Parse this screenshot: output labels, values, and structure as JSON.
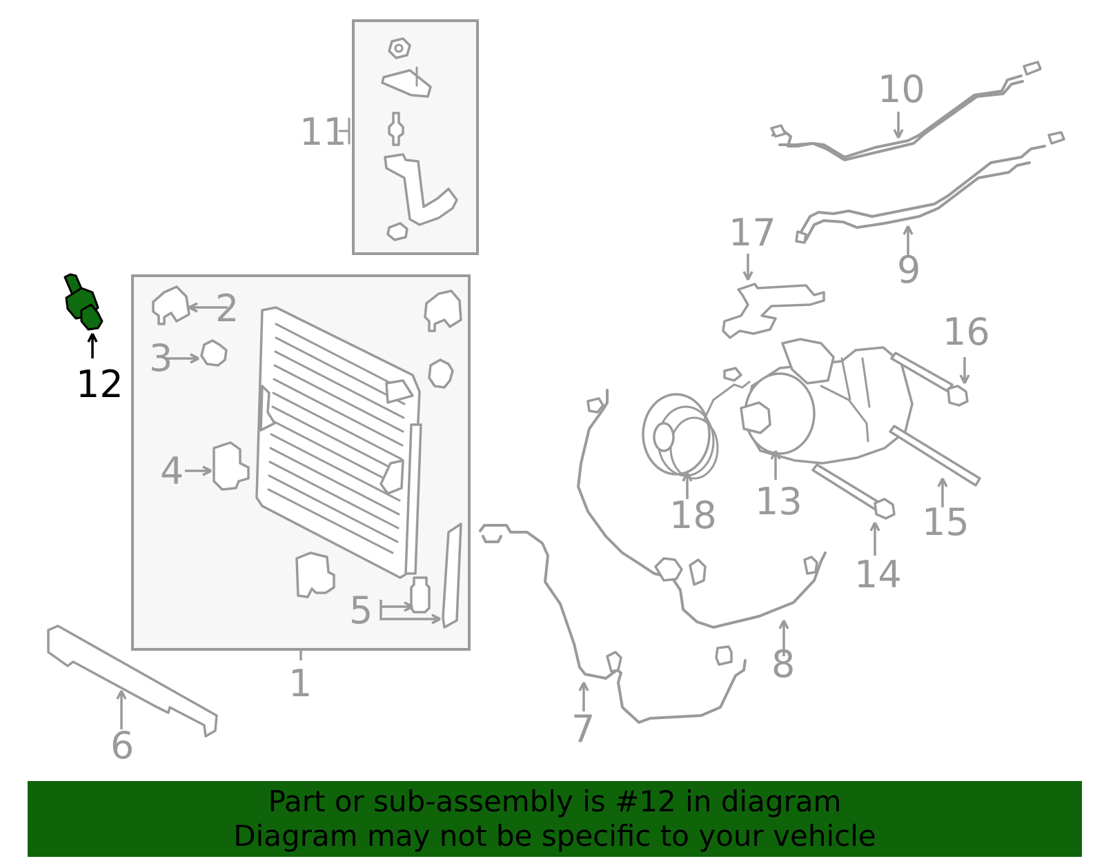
{
  "callouts": [
    "1",
    "2",
    "3",
    "4",
    "5",
    "6",
    "7",
    "8",
    "9",
    "10",
    "11",
    "12",
    "13",
    "14",
    "15",
    "16",
    "17",
    "18"
  ],
  "highlighted_part": "12",
  "colors": {
    "highlight": "#0f6b0f",
    "banner": "#0f640a",
    "line": "#9a9a9a"
  },
  "banner": {
    "line1": "Part or sub-assembly is #12 in diagram",
    "line2": "Diagram may not be specific to your vehicle"
  }
}
